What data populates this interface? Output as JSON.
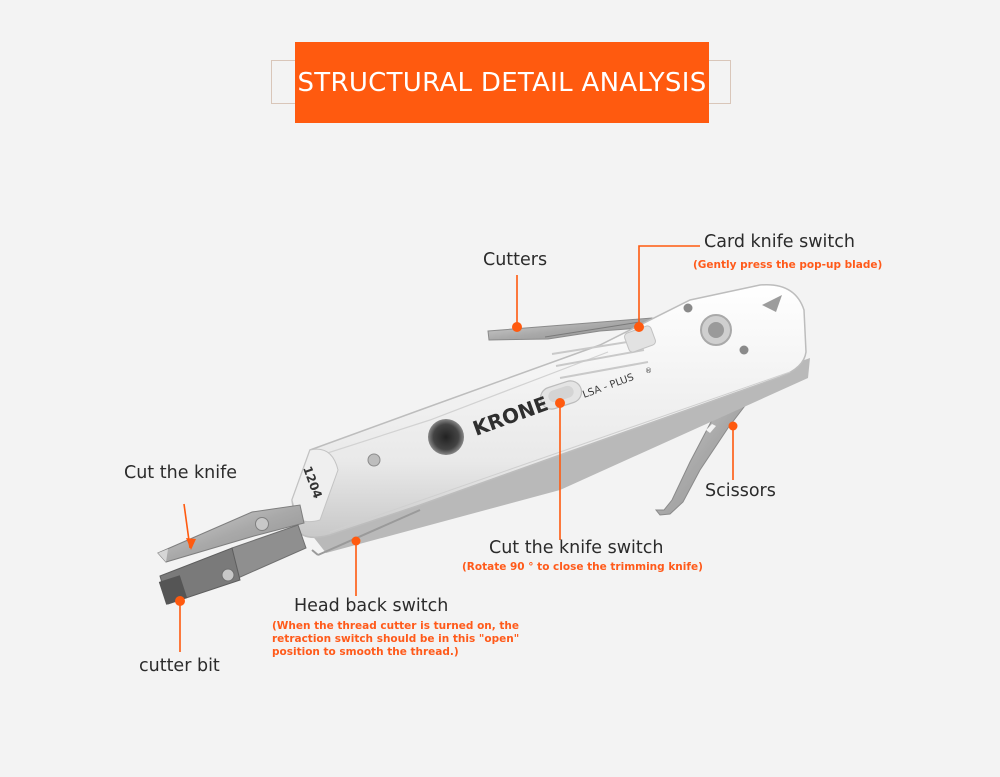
{
  "banner": {
    "title": "STRUCTURAL DETAIL ANALYSIS"
  },
  "colors": {
    "accent": "#ff5a0f",
    "label": "#2b2b2b",
    "note": "#ff5a1a",
    "background": "#f3f3f3"
  },
  "tool": {
    "brand": "KRONE",
    "model": "LSA - PLUS",
    "model_mark": "®",
    "handle_code": "1204"
  },
  "labels": {
    "cutters": "Cutters",
    "card_knife_switch": "Card knife switch",
    "card_knife_switch_note": "(Gently press the pop-up blade)",
    "cut_the_knife": "Cut the knife",
    "scissors": "Scissors",
    "cut_the_knife_switch": "Cut the knife switch",
    "cut_the_knife_switch_note": "(Rotate 90 ° to close the trimming knife)",
    "head_back_switch": "Head back switch",
    "head_back_switch_note_line1": "(When the thread cutter is turned on, the",
    "head_back_switch_note_line2": "retraction switch should be in this \"open\"",
    "head_back_switch_note_line3": "position to smooth the thread.)",
    "cutter_bit": "cutter bit"
  }
}
